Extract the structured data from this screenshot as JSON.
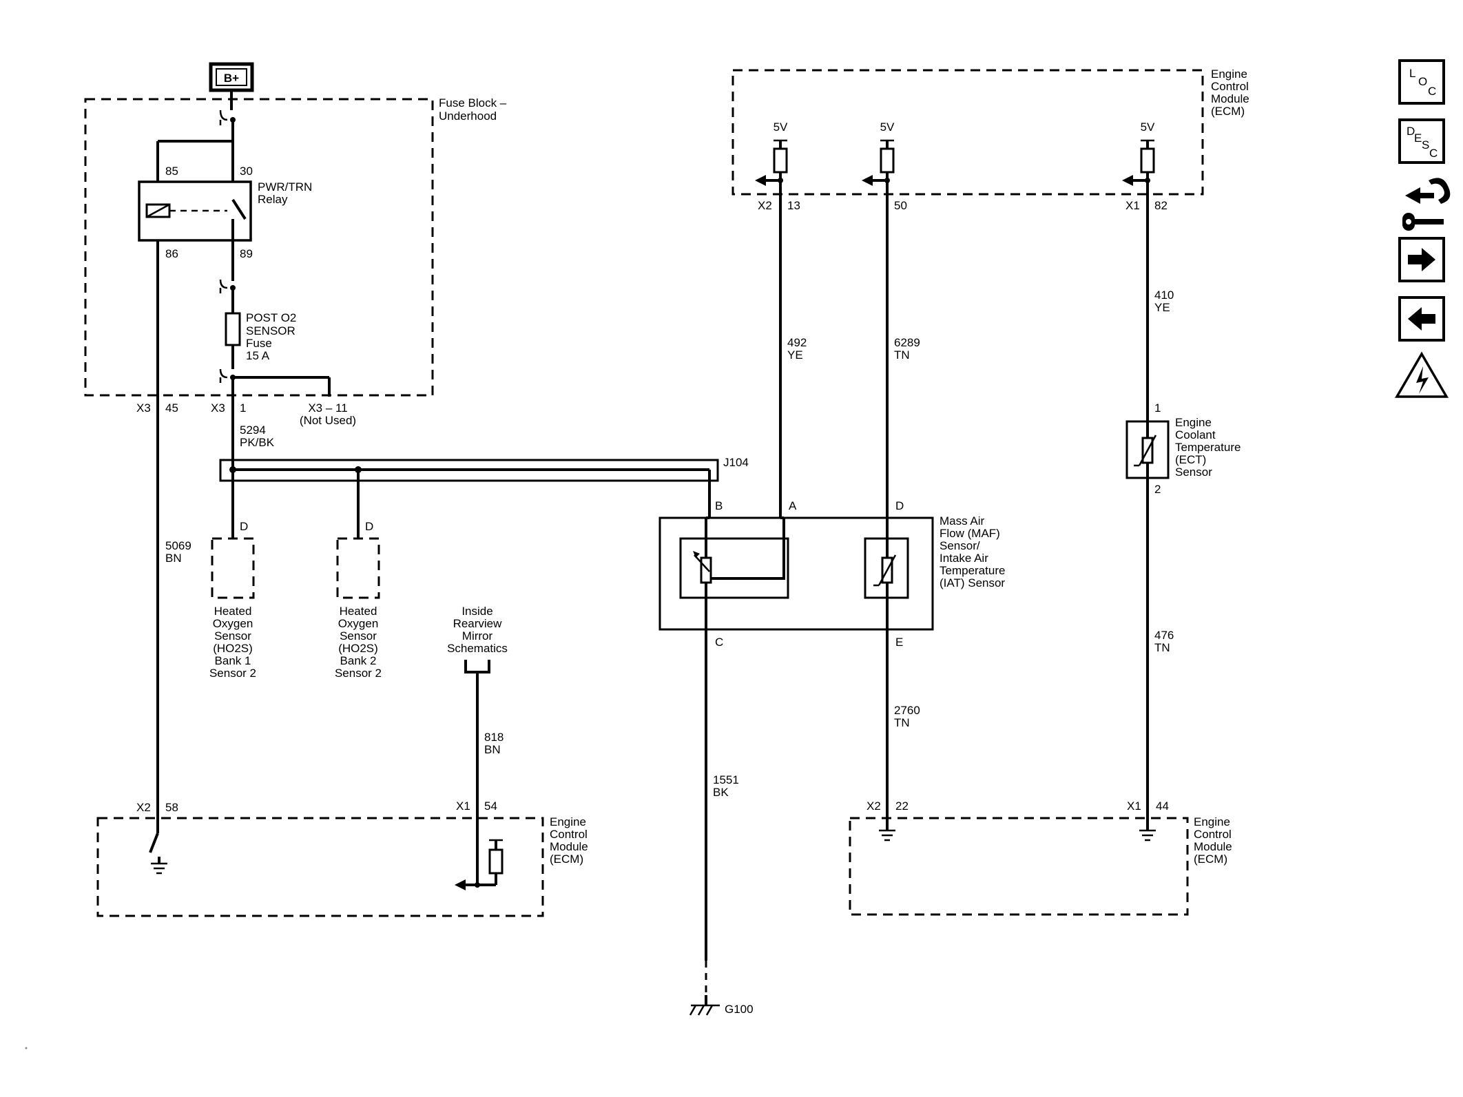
{
  "battery": "B+",
  "fuse_block": {
    "title": [
      "Fuse Block –",
      "Underhood"
    ],
    "relay": {
      "name": [
        "PWR/TRN",
        "Relay"
      ],
      "pin85": "85",
      "pin30": "30",
      "pin86": "86",
      "pin89": "89"
    },
    "fuse": [
      "POST O2",
      "SENSOR",
      "Fuse",
      "15 A"
    ],
    "conn_left": {
      "name": "X3",
      "pin": "45"
    },
    "conn_mid": {
      "name": "X3",
      "pin": "1"
    },
    "conn_right": {
      "name": "X3 – 11",
      "note": "(Not Used)"
    }
  },
  "wires": {
    "w5294": [
      "5294",
      "PK/BK"
    ],
    "w5069": [
      "5069",
      "BN"
    ],
    "w818": [
      "818",
      "BN"
    ],
    "w1551": [
      "1551",
      "BK"
    ],
    "w492": [
      "492",
      "YE"
    ],
    "w6289": [
      "6289",
      "TN"
    ],
    "w2760": [
      "2760",
      "TN"
    ],
    "w410": [
      "410",
      "YE"
    ],
    "w476": [
      "476",
      "TN"
    ]
  },
  "splice": "J104",
  "ho2s_b1": {
    "pin": "D",
    "label": [
      "Heated",
      "Oxygen",
      "Sensor",
      "(HO2S)",
      "Bank 1",
      "Sensor 2"
    ]
  },
  "ho2s_b2": {
    "pin": "D",
    "label": [
      "Heated",
      "Oxygen",
      "Sensor",
      "(HO2S)",
      "Bank 2",
      "Sensor 2"
    ]
  },
  "mirror": [
    "Inside",
    "Rearview",
    "Mirror",
    "Schematics"
  ],
  "maf": {
    "label": [
      "Mass Air",
      "Flow (MAF)",
      "Sensor/",
      "Intake Air",
      "Temperature",
      "(IAT) Sensor"
    ],
    "pinB": "B",
    "pinA": "A",
    "pinD": "D",
    "pinC": "C",
    "pinE": "E"
  },
  "ect": {
    "label": [
      "Engine",
      "Coolant",
      "Temperature",
      "(ECT)",
      "Sensor"
    ],
    "pin1": "1",
    "pin2": "2"
  },
  "ecm_top": {
    "label": [
      "Engine",
      "Control",
      "Module",
      "(ECM)"
    ],
    "v1": "5V",
    "v2": "5V",
    "v3": "5V",
    "c1": {
      "name": "X2",
      "pin": "13"
    },
    "c2": {
      "pin": "50"
    },
    "c3": {
      "name": "X1",
      "pin": "82"
    }
  },
  "ecm_bl": {
    "label": [
      "Engine",
      "Control",
      "Module",
      "(ECM)"
    ],
    "c1": {
      "name": "X2",
      "pin": "58"
    },
    "c2": {
      "name": "X1",
      "pin": "54"
    }
  },
  "ecm_br": {
    "label": [
      "Engine",
      "Control",
      "Module",
      "(ECM)"
    ],
    "c1": {
      "name": "X2",
      "pin": "22"
    },
    "c2": {
      "name": "X1",
      "pin": "44"
    }
  },
  "ground": "G100",
  "nav": {
    "loc": [
      "L",
      "O",
      "C"
    ],
    "desc": [
      "D",
      "E",
      "S",
      "C"
    ]
  }
}
